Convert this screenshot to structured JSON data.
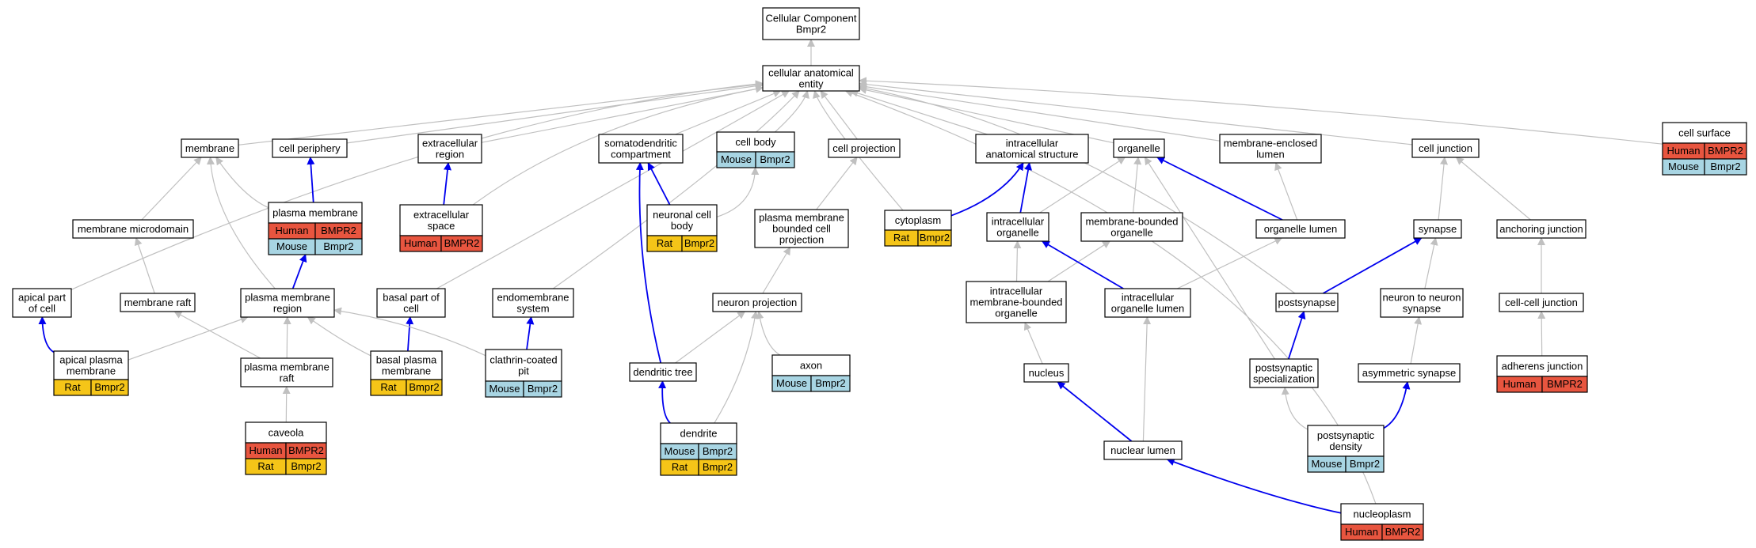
{
  "colors": {
    "human": "#e8553f",
    "mouse": "#a8d5e3",
    "rat": "#f5c518",
    "edge_is_a": "#c0c0c0",
    "edge_part_of": "#0000ee",
    "node_border": "#000000"
  },
  "nodes": [
    {
      "id": "cc_bmpr2",
      "lines": [
        "Cellular Component",
        "Bmpr2"
      ]
    },
    {
      "id": "cae",
      "lines": [
        "cellular anatomical",
        "entity"
      ]
    },
    {
      "id": "membrane",
      "lines": [
        "membrane"
      ]
    },
    {
      "id": "cell_periphery",
      "lines": [
        "cell periphery"
      ]
    },
    {
      "id": "extracellular_region",
      "lines": [
        "extracellular",
        "region"
      ]
    },
    {
      "id": "somatodendritic",
      "lines": [
        "somatodendritic",
        "compartment"
      ]
    },
    {
      "id": "cell_body",
      "lines": [
        "cell body"
      ],
      "species": [
        [
          "Mouse",
          "Bmpr2"
        ]
      ]
    },
    {
      "id": "cell_projection",
      "lines": [
        "cell projection"
      ]
    },
    {
      "id": "intracellular_struct",
      "lines": [
        "intracellular",
        "anatomical structure"
      ]
    },
    {
      "id": "organelle",
      "lines": [
        "organelle"
      ]
    },
    {
      "id": "membrane_enclosed_lumen",
      "lines": [
        "membrane-enclosed",
        "lumen"
      ]
    },
    {
      "id": "cell_junction",
      "lines": [
        "cell junction"
      ]
    },
    {
      "id": "cell_surface",
      "lines": [
        "cell surface"
      ],
      "species": [
        [
          "Human",
          "BMPR2"
        ],
        [
          "Mouse",
          "Bmpr2"
        ]
      ]
    },
    {
      "id": "membrane_microdomain",
      "lines": [
        "membrane microdomain"
      ]
    },
    {
      "id": "plasma_membrane",
      "lines": [
        "plasma membrane"
      ],
      "species": [
        [
          "Human",
          "BMPR2"
        ],
        [
          "Mouse",
          "Bmpr2"
        ]
      ]
    },
    {
      "id": "extracellular_space",
      "lines": [
        "extracellular",
        "space"
      ],
      "species": [
        [
          "Human",
          "BMPR2"
        ]
      ]
    },
    {
      "id": "neuronal_cell_body",
      "lines": [
        "neuronal cell",
        "body"
      ],
      "species": [
        [
          "Rat",
          "Bmpr2"
        ]
      ]
    },
    {
      "id": "pm_bounded_projection",
      "lines": [
        "plasma membrane",
        "bounded cell",
        "projection"
      ]
    },
    {
      "id": "cytoplasm",
      "lines": [
        "cytoplasm"
      ],
      "species": [
        [
          "Rat",
          "Bmpr2"
        ]
      ]
    },
    {
      "id": "intracellular_organelle",
      "lines": [
        "intracellular",
        "organelle"
      ]
    },
    {
      "id": "membrane_bounded_organelle",
      "lines": [
        "membrane-bounded",
        "organelle"
      ]
    },
    {
      "id": "organelle_lumen",
      "lines": [
        "organelle lumen"
      ]
    },
    {
      "id": "synapse",
      "lines": [
        "synapse"
      ]
    },
    {
      "id": "anchoring_junction",
      "lines": [
        "anchoring junction"
      ]
    },
    {
      "id": "apical_part",
      "lines": [
        "apical part",
        "of cell"
      ]
    },
    {
      "id": "membrane_raft",
      "lines": [
        "membrane raft"
      ]
    },
    {
      "id": "pm_region",
      "lines": [
        "plasma membrane",
        "region"
      ]
    },
    {
      "id": "basal_part",
      "lines": [
        "basal part of",
        "cell"
      ]
    },
    {
      "id": "endomembrane",
      "lines": [
        "endomembrane",
        "system"
      ]
    },
    {
      "id": "neuron_projection",
      "lines": [
        "neuron projection"
      ]
    },
    {
      "id": "intracellular_mbo",
      "lines": [
        "intracellular",
        "membrane-bounded",
        "organelle"
      ]
    },
    {
      "id": "intracellular_organelle_lumen",
      "lines": [
        "intracellular",
        "organelle lumen"
      ]
    },
    {
      "id": "postsynapse",
      "lines": [
        "postsynapse"
      ]
    },
    {
      "id": "neuron_to_neuron",
      "lines": [
        "neuron to neuron",
        "synapse"
      ]
    },
    {
      "id": "cell_cell_junction",
      "lines": [
        "cell-cell junction"
      ]
    },
    {
      "id": "apical_pm",
      "lines": [
        "apical plasma",
        "membrane"
      ],
      "species": [
        [
          "Rat",
          "Bmpr2"
        ]
      ]
    },
    {
      "id": "pm_raft",
      "lines": [
        "plasma membrane",
        "raft"
      ]
    },
    {
      "id": "basal_pm",
      "lines": [
        "basal plasma",
        "membrane"
      ],
      "species": [
        [
          "Rat",
          "Bmpr2"
        ]
      ]
    },
    {
      "id": "clathrin_pit",
      "lines": [
        "clathrin-coated",
        "pit"
      ],
      "species": [
        [
          "Mouse",
          "Bmpr2"
        ]
      ]
    },
    {
      "id": "dendritic_tree",
      "lines": [
        "dendritic tree"
      ]
    },
    {
      "id": "axon",
      "lines": [
        "axon"
      ],
      "species": [
        [
          "Mouse",
          "Bmpr2"
        ]
      ]
    },
    {
      "id": "nucleus",
      "lines": [
        "nucleus"
      ]
    },
    {
      "id": "postsynaptic_spec",
      "lines": [
        "postsynaptic",
        "specialization"
      ]
    },
    {
      "id": "asymmetric_synapse",
      "lines": [
        "asymmetric synapse"
      ]
    },
    {
      "id": "adherens_junction",
      "lines": [
        "adherens junction"
      ],
      "species": [
        [
          "Human",
          "BMPR2"
        ]
      ]
    },
    {
      "id": "caveola",
      "lines": [
        "caveola"
      ],
      "species": [
        [
          "Human",
          "BMPR2"
        ],
        [
          "Rat",
          "Bmpr2"
        ]
      ]
    },
    {
      "id": "dendrite",
      "lines": [
        "dendrite"
      ],
      "species": [
        [
          "Mouse",
          "Bmpr2"
        ],
        [
          "Rat",
          "Bmpr2"
        ]
      ]
    },
    {
      "id": "nuclear_lumen",
      "lines": [
        "nuclear lumen"
      ]
    },
    {
      "id": "postsynaptic_density",
      "lines": [
        "postsynaptic",
        "density"
      ],
      "species": [
        [
          "Mouse",
          "Bmpr2"
        ]
      ]
    },
    {
      "id": "nucleoplasm",
      "lines": [
        "nucleoplasm"
      ],
      "species": [
        [
          "Human",
          "BMPR2"
        ]
      ]
    }
  ],
  "edges": [
    {
      "from": "cae",
      "to": "cc_bmpr2",
      "type": "is_a"
    },
    {
      "from": "membrane",
      "to": "cae",
      "type": "is_a"
    },
    {
      "from": "cell_periphery",
      "to": "cae",
      "type": "is_a"
    },
    {
      "from": "extracellular_region",
      "to": "cae",
      "type": "is_a"
    },
    {
      "from": "somatodendritic",
      "to": "cae",
      "type": "is_a"
    },
    {
      "from": "cell_body",
      "to": "cae",
      "type": "is_a"
    },
    {
      "from": "cell_projection",
      "to": "cae",
      "type": "is_a"
    },
    {
      "from": "intracellular_struct",
      "to": "cae",
      "type": "is_a"
    },
    {
      "from": "organelle",
      "to": "cae",
      "type": "is_a"
    },
    {
      "from": "membrane_enclosed_lumen",
      "to": "cae",
      "type": "is_a"
    },
    {
      "from": "cell_junction",
      "to": "cae",
      "type": "is_a"
    },
    {
      "from": "cell_surface",
      "to": "cae",
      "type": "is_a"
    },
    {
      "from": "apical_part",
      "to": "cae",
      "type": "is_a"
    },
    {
      "from": "extracellular_space",
      "to": "cae",
      "type": "is_a"
    },
    {
      "from": "basal_part",
      "to": "cae",
      "type": "is_a"
    },
    {
      "from": "endomembrane",
      "to": "cae",
      "type": "is_a"
    },
    {
      "from": "cytoplasm",
      "to": "cae",
      "type": "is_a"
    },
    {
      "from": "postsynapse",
      "to": "cae",
      "type": "is_a"
    },
    {
      "from": "nucleoplasm",
      "to": "cae",
      "type": "is_a"
    },
    {
      "from": "plasma_membrane",
      "to": "cell_periphery",
      "type": "part_of"
    },
    {
      "from": "plasma_membrane",
      "to": "membrane",
      "type": "is_a"
    },
    {
      "from": "extracellular_space",
      "to": "extracellular_region",
      "type": "part_of"
    },
    {
      "from": "membrane_microdomain",
      "to": "membrane",
      "type": "is_a"
    },
    {
      "from": "pm_region",
      "to": "membrane",
      "type": "is_a"
    },
    {
      "from": "pm_region",
      "to": "plasma_membrane",
      "type": "part_of"
    },
    {
      "from": "membrane_raft",
      "to": "membrane_microdomain",
      "type": "is_a"
    },
    {
      "from": "apical_pm",
      "to": "apical_part",
      "type": "part_of"
    },
    {
      "from": "apical_pm",
      "to": "pm_region",
      "type": "is_a"
    },
    {
      "from": "pm_raft",
      "to": "membrane_raft",
      "type": "is_a"
    },
    {
      "from": "pm_raft",
      "to": "pm_region",
      "type": "is_a"
    },
    {
      "from": "caveola",
      "to": "pm_raft",
      "type": "is_a"
    },
    {
      "from": "basal_pm",
      "to": "basal_part",
      "type": "part_of"
    },
    {
      "from": "basal_pm",
      "to": "pm_region",
      "type": "is_a"
    },
    {
      "from": "clathrin_pit",
      "to": "endomembrane",
      "type": "part_of"
    },
    {
      "from": "clathrin_pit",
      "to": "pm_region",
      "type": "is_a"
    },
    {
      "from": "neuronal_cell_body",
      "to": "somatodendritic",
      "type": "part_of"
    },
    {
      "from": "neuronal_cell_body",
      "to": "cell_body",
      "type": "is_a"
    },
    {
      "from": "dendritic_tree",
      "to": "somatodendritic",
      "type": "part_of"
    },
    {
      "from": "pm_bounded_projection",
      "to": "cell_projection",
      "type": "is_a"
    },
    {
      "from": "neuron_projection",
      "to": "pm_bounded_projection",
      "type": "is_a"
    },
    {
      "from": "dendritic_tree",
      "to": "neuron_projection",
      "type": "is_a"
    },
    {
      "from": "axon",
      "to": "neuron_projection",
      "type": "is_a"
    },
    {
      "from": "dendrite",
      "to": "neuron_projection",
      "type": "is_a"
    },
    {
      "from": "dendrite",
      "to": "dendritic_tree",
      "type": "part_of"
    },
    {
      "from": "cytoplasm",
      "to": "intracellular_struct",
      "type": "part_of"
    },
    {
      "from": "intracellular_organelle",
      "to": "intracellular_struct",
      "type": "part_of"
    },
    {
      "from": "intracellular_organelle",
      "to": "organelle",
      "type": "is_a"
    },
    {
      "from": "membrane_bounded_organelle",
      "to": "organelle",
      "type": "is_a"
    },
    {
      "from": "organelle_lumen",
      "to": "organelle",
      "type": "part_of"
    },
    {
      "from": "organelle_lumen",
      "to": "membrane_enclosed_lumen",
      "type": "is_a"
    },
    {
      "from": "intracellular_mbo",
      "to": "intracellular_organelle",
      "type": "is_a"
    },
    {
      "from": "intracellular_mbo",
      "to": "membrane_bounded_organelle",
      "type": "is_a"
    },
    {
      "from": "intracellular_organelle_lumen",
      "to": "intracellular_organelle",
      "type": "part_of"
    },
    {
      "from": "intracellular_organelle_lumen",
      "to": "organelle_lumen",
      "type": "is_a"
    },
    {
      "from": "nucleus",
      "to": "intracellular_mbo",
      "type": "is_a"
    },
    {
      "from": "nuclear_lumen",
      "to": "nucleus",
      "type": "part_of"
    },
    {
      "from": "nuclear_lumen",
      "to": "intracellular_organelle_lumen",
      "type": "is_a"
    },
    {
      "from": "nucleoplasm",
      "to": "nuclear_lumen",
      "type": "part_of"
    },
    {
      "from": "synapse",
      "to": "cell_junction",
      "type": "is_a"
    },
    {
      "from": "anchoring_junction",
      "to": "cell_junction",
      "type": "is_a"
    },
    {
      "from": "postsynapse",
      "to": "synapse",
      "type": "part_of"
    },
    {
      "from": "neuron_to_neuron",
      "to": "synapse",
      "type": "is_a"
    },
    {
      "from": "postsynaptic_spec",
      "to": "postsynapse",
      "type": "part_of"
    },
    {
      "from": "postsynaptic_spec",
      "to": "organelle",
      "type": "is_a"
    },
    {
      "from": "asymmetric_synapse",
      "to": "neuron_to_neuron",
      "type": "is_a"
    },
    {
      "from": "postsynaptic_density",
      "to": "postsynaptic_spec",
      "type": "is_a"
    },
    {
      "from": "postsynaptic_density",
      "to": "asymmetric_synapse",
      "type": "part_of"
    },
    {
      "from": "cell_cell_junction",
      "to": "anchoring_junction",
      "type": "is_a"
    },
    {
      "from": "adherens_junction",
      "to": "cell_cell_junction",
      "type": "is_a"
    }
  ]
}
